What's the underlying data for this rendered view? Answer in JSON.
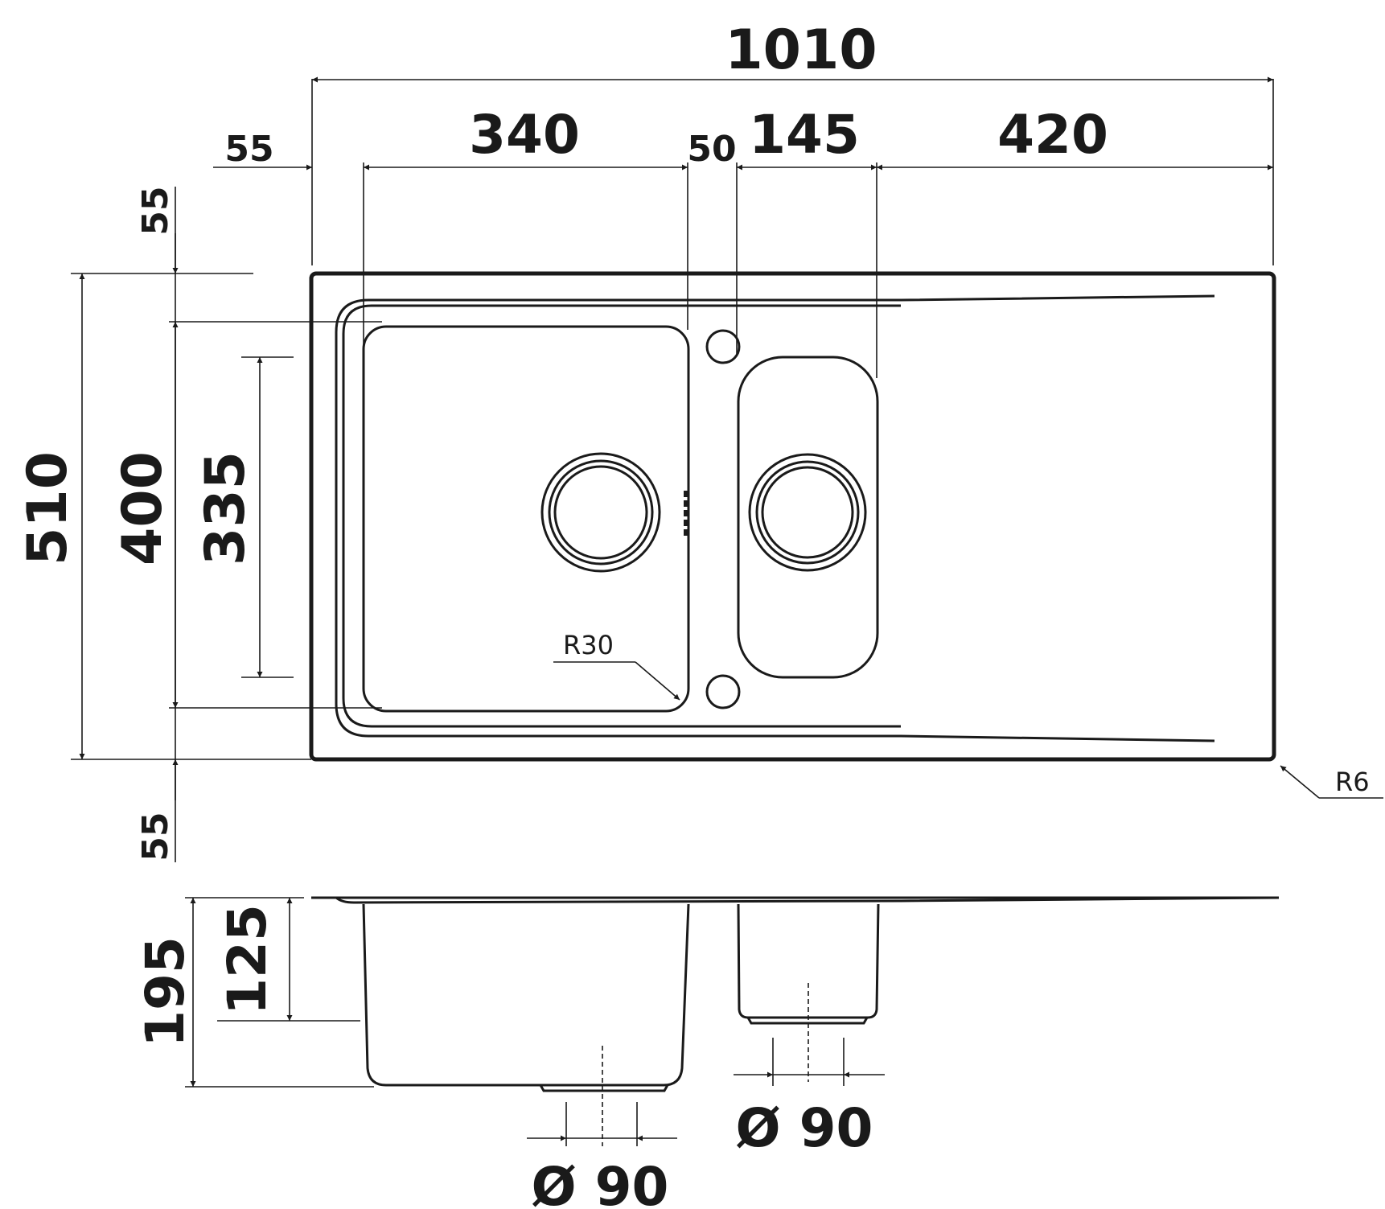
{
  "dims": {
    "overall_width": "1010",
    "left_margin": "55",
    "left_bowl_width": "340",
    "bowl_gap": "50",
    "right_bowl_width": "145",
    "drainer_width": "420",
    "top_margin": "55",
    "overall_depth": "510",
    "bowl_depth": "400",
    "right_bowl_depth": "335",
    "bottom_margin": "55",
    "corner_radius_bowl": "R30",
    "corner_radius_outer": "R6",
    "section_depth_left": "195",
    "section_depth_right": "125",
    "drain_left": "Ø 90",
    "drain_right": "Ø 90"
  },
  "colors": {
    "line": "#1a1a1a",
    "background": "#ffffff"
  }
}
